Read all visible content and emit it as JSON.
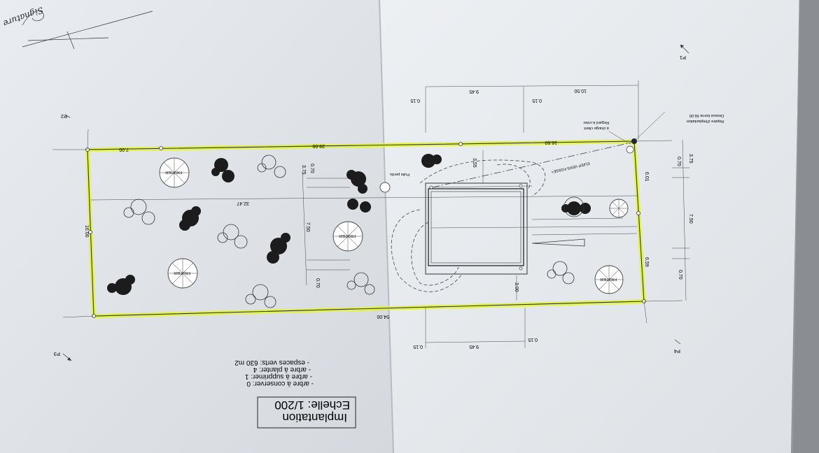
{
  "signature": "Signature",
  "orientations": [
    "P1",
    "P2",
    "P3",
    "P4"
  ],
  "labels": {
    "frutier": "FRUTIER",
    "puits": "Puits perdu",
    "regard": [
      "Regard à créer",
      "à charge client"
    ],
    "repere": [
      "Repère d'implantation",
      "Dessus borne 66.00"
    ],
    "eu": "EU/EP VERS FOSSE+"
  },
  "dimensions": {
    "top_9_45": "9.45",
    "top_10_50": "10.50",
    "top_0_15a": "0.15",
    "top_0_15b": "0.15",
    "bot_9_45": "9.45",
    "bot_0_15a": "0.15",
    "bot_0_15b": "0.15",
    "right_3_75": "3.75",
    "right_0_70a": "0.70",
    "right_7_50": "7.50",
    "right_0_70b": "0.70",
    "side_6_01": "6.01",
    "side_6_59": "6.59",
    "t7_00": "7.00",
    "t29_00": "29.00",
    "t16_50": "16.50",
    "b54_00": "54.00",
    "left_16_00": "16.00",
    "mid_32_47": "32.47",
    "v7_50": "7.50",
    "v3_75": "3.75",
    "v0_70a": "0.70",
    "v0_70b": "0.70",
    "v3_55": "3.55",
    "v3_00": "3.00"
  },
  "legend": [
    "- arbre à conserver: 0",
    "- arbre à supprimer: 1",
    "- arbre à planter: 4",
    "- espaces verts: 630 m2"
  ],
  "title": "Implantation",
  "scale": "Echelle: 1/200"
}
